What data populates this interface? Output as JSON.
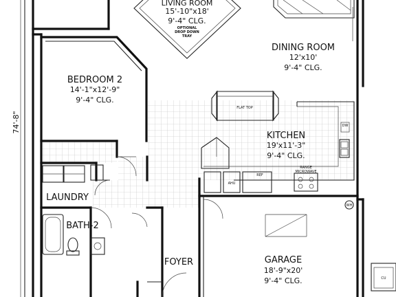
{
  "overall_dimension": "74'-8\"",
  "rooms": {
    "living_room": {
      "name": "LIVING ROOM",
      "size": "15'-10\"x18'",
      "ceiling": "9'-4\" CLG.",
      "note1": "OPTIONAL",
      "note2": "DROP DOWN",
      "note3": "TRAY"
    },
    "dining_room": {
      "name": "DINING ROOM",
      "size": "12'x10'",
      "ceiling": "9'-4\" CLG."
    },
    "bedroom2": {
      "name": "BEDROOM 2",
      "size": "14'-1\"x12'-9\"",
      "ceiling": "9'-4\" CLG."
    },
    "kitchen": {
      "name": "KITCHEN",
      "size": "19'x11'-3\"",
      "ceiling": "9'-4\" CLG."
    },
    "laundry": {
      "name": "LAUNDRY"
    },
    "bath2": {
      "name": "BATH-2"
    },
    "foyer": {
      "name": "FOYER"
    },
    "garage": {
      "name": "GARAGE",
      "size": "18'-9\"x20'",
      "ceiling": "9'-4\" CLG."
    }
  },
  "fixtures": {
    "flat_top": "FLAT TOP",
    "dw": "DW",
    "range1": "RANGE",
    "range2": "MICROWAVE",
    "ref": "REF",
    "ahu": "AHU",
    "wh": "WH",
    "cu": "CU"
  }
}
